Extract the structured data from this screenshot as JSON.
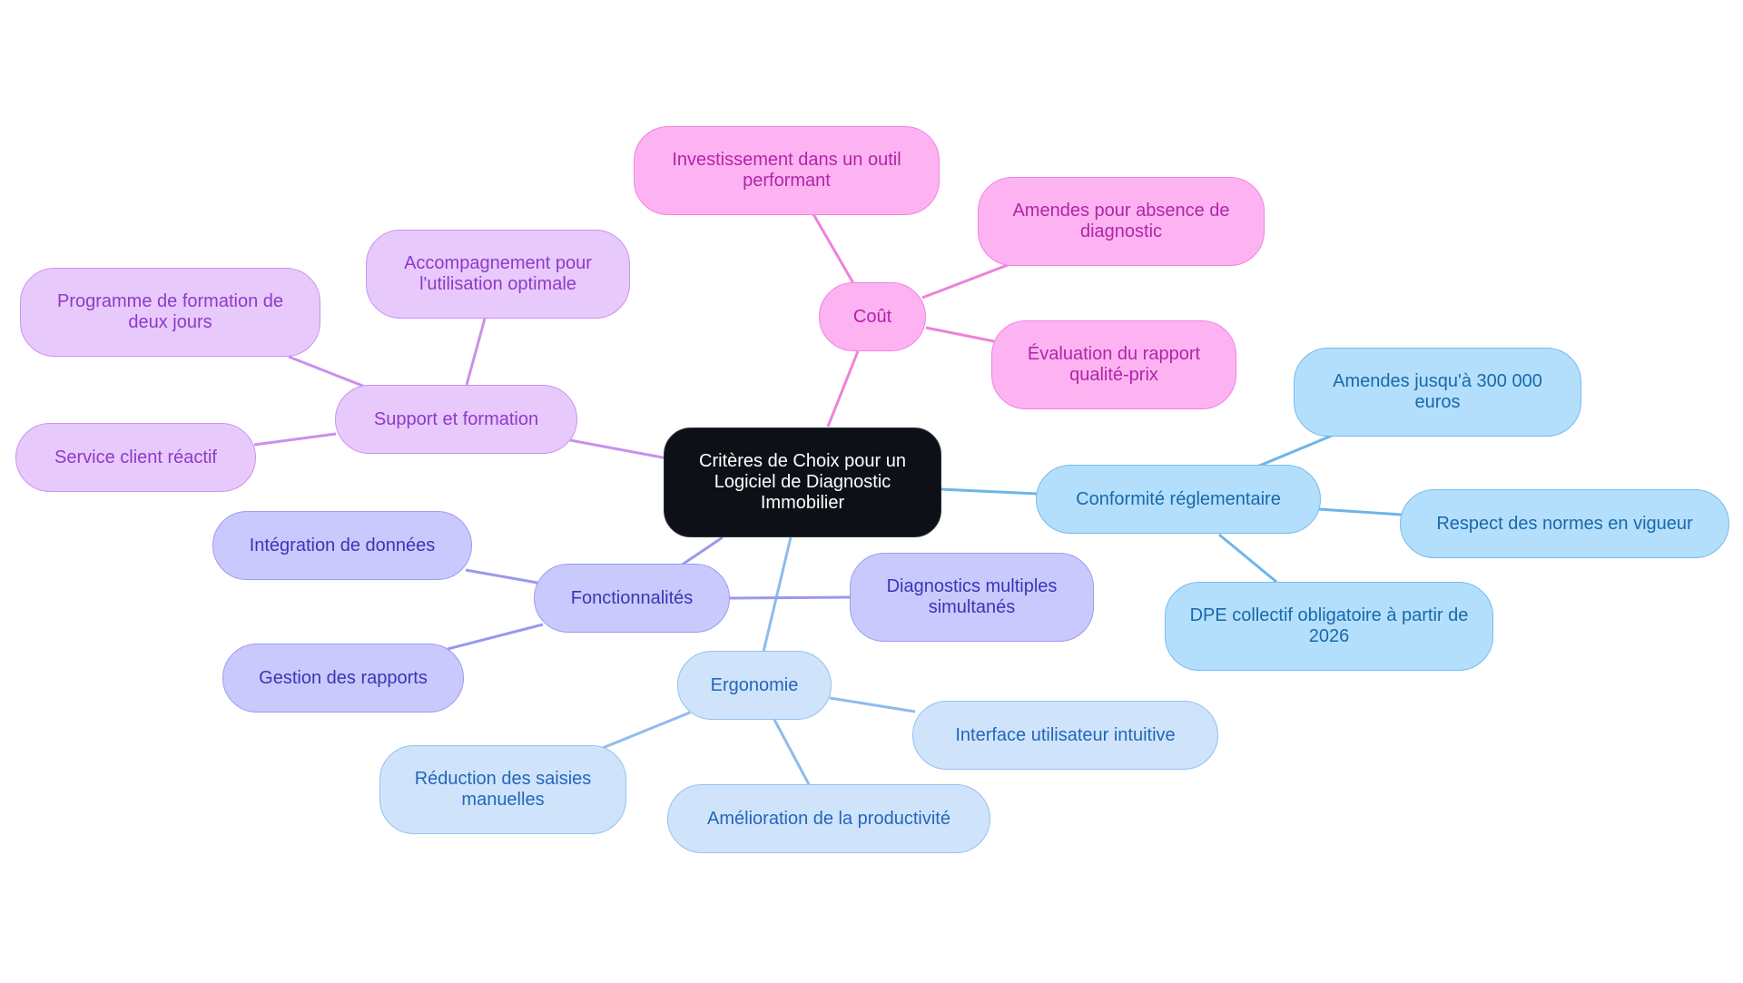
{
  "root": {
    "label": "Critères de Choix pour un Logiciel de Diagnostic Immobilier"
  },
  "branches": {
    "cout": {
      "label": "Coût",
      "children": [
        "Investissement dans un outil performant",
        "Amendes pour absence de diagnostic",
        "Évaluation du rapport qualité-prix"
      ]
    },
    "support": {
      "label": "Support et formation",
      "children": [
        "Accompagnement pour l'utilisation optimale",
        "Programme de formation de deux jours",
        "Service client réactif"
      ]
    },
    "fonctionnalites": {
      "label": "Fonctionnalités",
      "children": [
        "Intégration de données",
        "Gestion des rapports",
        "Diagnostics multiples simultanés"
      ]
    },
    "ergonomie": {
      "label": "Ergonomie",
      "children": [
        "Interface utilisateur intuitive",
        "Réduction des saisies manuelles",
        "Amélioration de la productivité"
      ]
    },
    "conformite": {
      "label": "Conformité réglementaire",
      "children": [
        "Amendes jusqu'à 300 000 euros",
        "Respect des normes en vigueur",
        "DPE collectif obligatoire à partir de 2026"
      ]
    }
  },
  "colors": {
    "cout": "#ee82d9",
    "support": "#c990ee",
    "fonctionnalites": "#9a98ee",
    "ergonomie": "#8ebcec",
    "conformite": "#6db5ea"
  }
}
